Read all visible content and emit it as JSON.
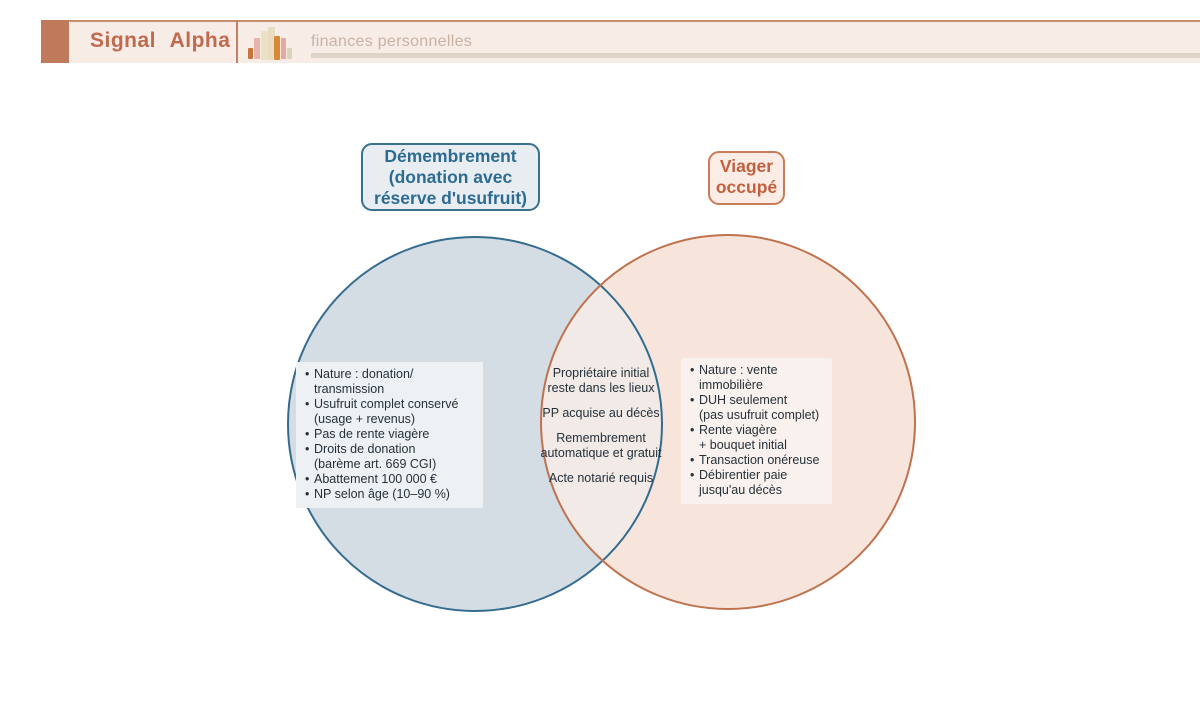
{
  "header": {
    "brand": "Signal Alpha",
    "topic": "finances personnelles"
  },
  "bullet_char": "•",
  "colors": {
    "brand_accent": "#c06a4d",
    "header_bg": "#f8ece7",
    "left_fill": "#d4dde4",
    "left_stroke": "#346b8e",
    "right_fill": "#f7e5dc",
    "right_stroke": "#c0714d",
    "overlap_fill": "#f1eae7"
  },
  "venn": {
    "left": {
      "title": "Démembrement\n(donation avec\nréserve d'usufruit)",
      "items": [
        "Nature : donation/\ntransmission",
        "Usufruit complet conservé\n(usage + revenus)",
        "Pas de rente viagère",
        "Droits de donation\n(barème art. 669 CGI)",
        "Abattement 100 000 €",
        "NP selon âge (10–90 %)"
      ]
    },
    "middle": {
      "items": [
        "Propriétaire initial\nreste dans les lieux",
        "PP acquise au décès",
        "Remembrement\nautomatique et gratuit",
        "Acte notarié requis"
      ]
    },
    "right": {
      "title": "Viager\noccupé",
      "items": [
        "Nature : vente\nimmobilière",
        "DUH seulement\n(pas usufruit complet)",
        "Rente viagère\n+ bouquet initial",
        "Transaction onéreuse",
        "Débirentier paie\njusqu'au décès"
      ]
    }
  }
}
